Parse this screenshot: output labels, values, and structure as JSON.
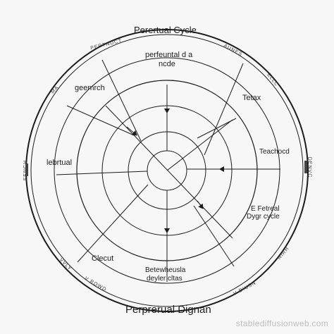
{
  "title": "Perertual Cycle",
  "bottom_title": "Perprerual Dignan",
  "watermark": "stablediffusionweb.com",
  "labels": {
    "center_top_1": "perfeuntal d a",
    "center_top_2": "ncde",
    "left_upper": "geemrch",
    "left_mid": "lebrtual",
    "right_upper": "Tetax",
    "right_mid": "Teachocd",
    "right_lower_1": "E Fetreal",
    "right_lower_2": "Dygr cycle",
    "left_lower": "Clecut",
    "bottom_center_1": "Betewheusla",
    "bottom_center_2": "deyler cltas"
  },
  "rim_text": {
    "top_left": "PERTNUCT",
    "left_upper": "MA",
    "left_mid": "FENCH",
    "left_lower": "VVLY",
    "bottom_left": "V ROWD",
    "right_upper": "ELLC",
    "right_top": "AUNES",
    "right_mid": "DENVC",
    "right_lower": "NIRH",
    "bottom_right": "V DIUSN"
  },
  "colors": {
    "ink": "#1c1c1c",
    "background": "#f7f7f7",
    "watermark": "#bdbdbd"
  }
}
